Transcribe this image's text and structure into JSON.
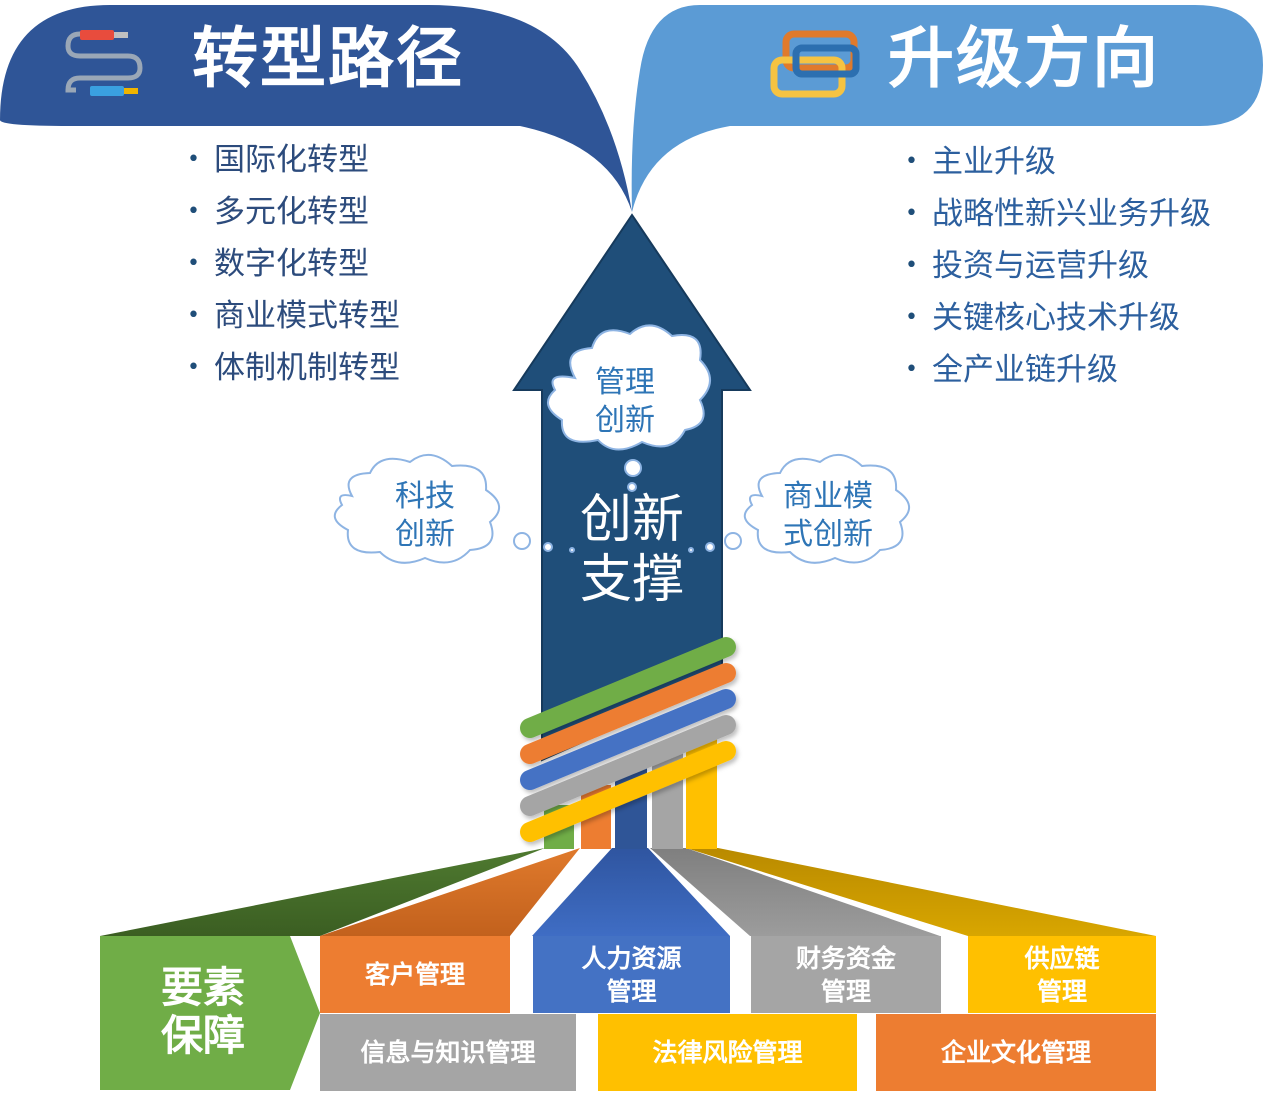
{
  "left_banner": {
    "title": "转型路径",
    "icon": "cable-icon",
    "color": "#2f5597",
    "items": [
      "国际化转型",
      "多元化转型",
      "数字化转型",
      "商业模式转型",
      "体制机制转型"
    ]
  },
  "right_banner": {
    "title": "升级方向",
    "icon": "chain-link-icon",
    "color": "#5b9bd5",
    "items": [
      "主业升级",
      "战略性新兴业务升级",
      "投资与运营升级",
      "关键核心技术升级",
      "全产业链升级"
    ]
  },
  "arrow": {
    "center_text": [
      "创新",
      "支撑"
    ],
    "color": "#1f4e79"
  },
  "clouds": {
    "top": [
      "管理",
      "创新"
    ],
    "left": [
      "科技",
      "创新"
    ],
    "right": [
      "商业模",
      "式创新"
    ]
  },
  "bands": {
    "colors": [
      "#70ad47",
      "#ed7d31",
      "#4472c4",
      "#a5a5a5",
      "#ffc000"
    ]
  },
  "support": {
    "label": [
      "要素",
      "保障"
    ],
    "label_color": "#70ad47",
    "top_row": [
      {
        "text": "客户管理",
        "color": "#ed7d31"
      },
      {
        "text": "人力资源\n管理",
        "color": "#4472c4"
      },
      {
        "text": "财务资金\n管理",
        "color": "#a5a5a5"
      },
      {
        "text": "供应链\n管理",
        "color": "#ffc000"
      }
    ],
    "bottom_row": [
      {
        "text": "信息与知识管理",
        "color": "#a5a5a5"
      },
      {
        "text": "法律风险管理",
        "color": "#ffc000"
      },
      {
        "text": "企业文化管理",
        "color": "#ed7d31"
      }
    ]
  }
}
